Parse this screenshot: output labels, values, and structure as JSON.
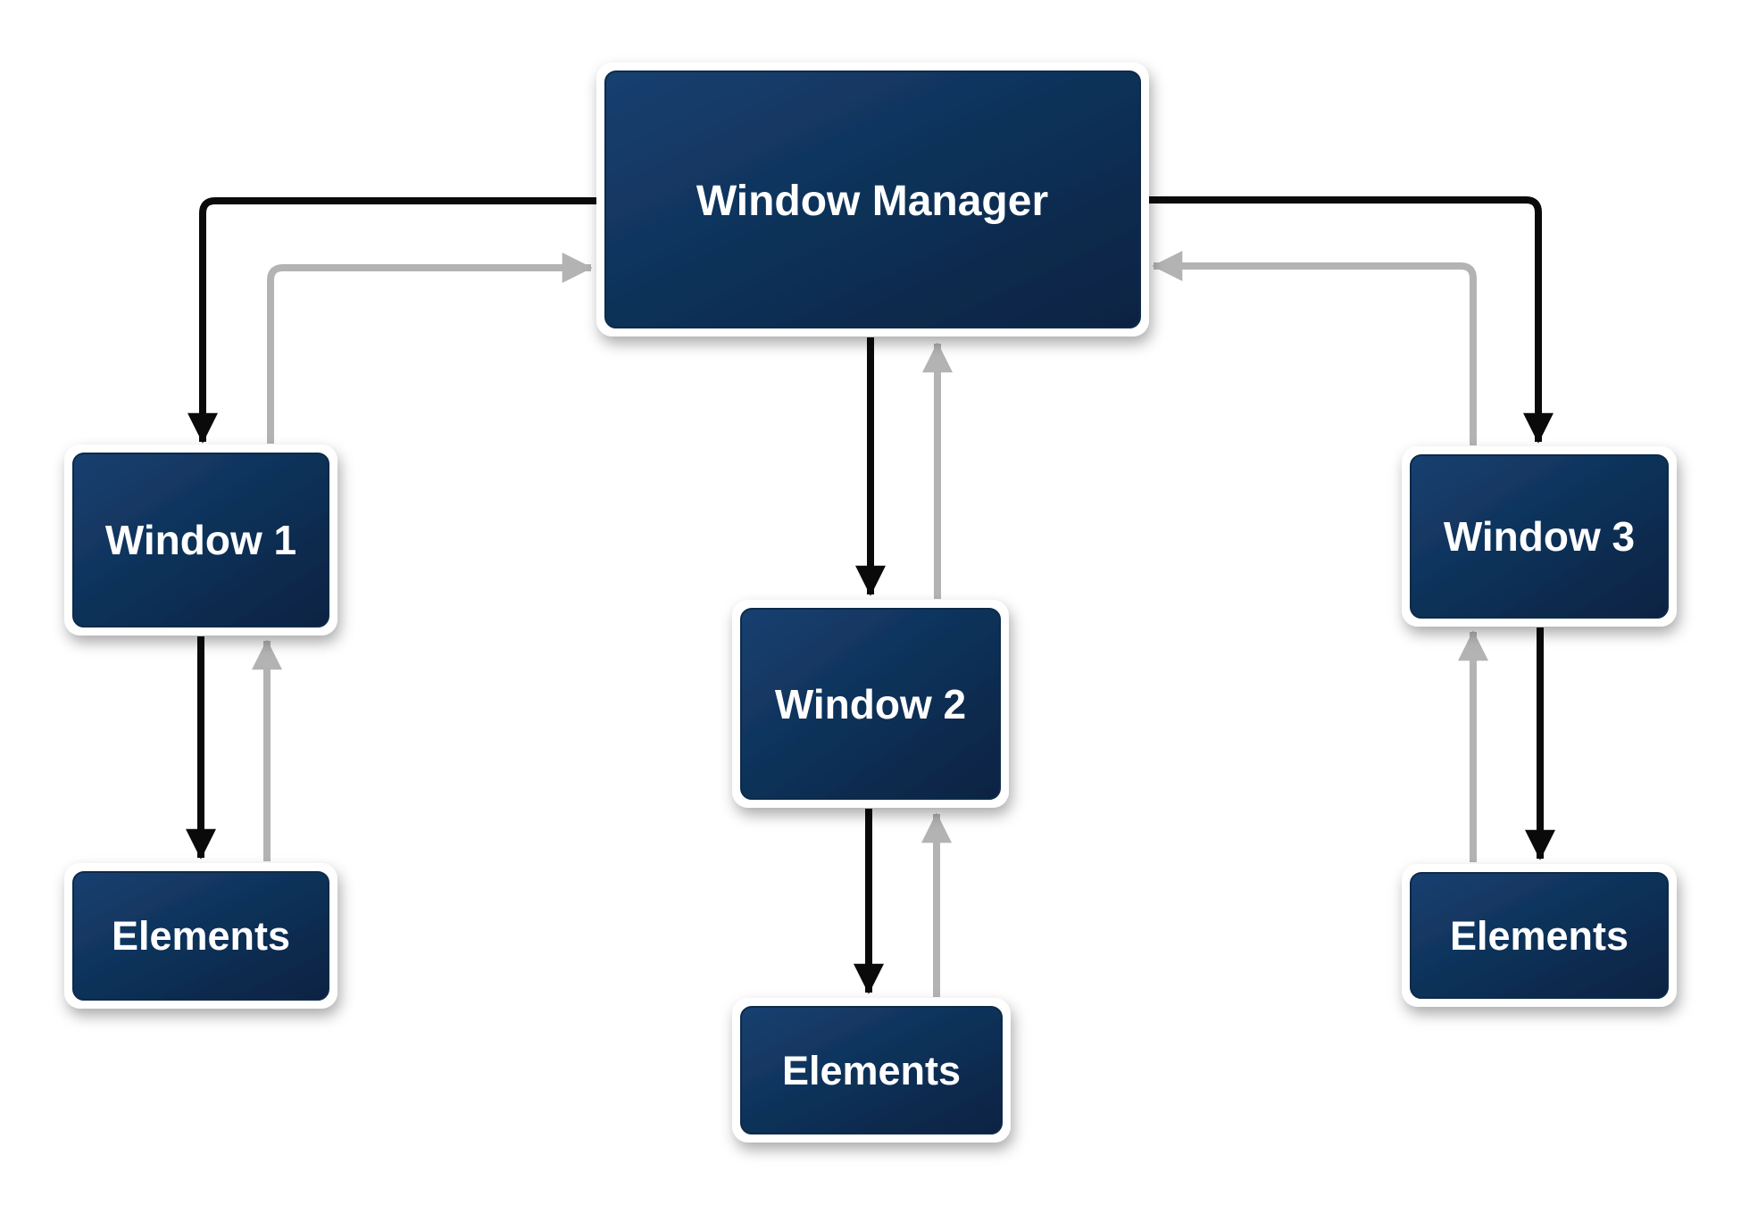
{
  "nodes": {
    "window_manager": {
      "label": "Window Manager"
    },
    "window1": {
      "label": "Window 1"
    },
    "window2": {
      "label": "Window 2"
    },
    "window3": {
      "label": "Window 3"
    },
    "elements1": {
      "label": "Elements"
    },
    "elements2": {
      "label": "Elements"
    },
    "elements3": {
      "label": "Elements"
    }
  },
  "edges": [
    {
      "from": "window_manager",
      "to": "window1",
      "style": "forward-black"
    },
    {
      "from": "window1",
      "to": "window_manager",
      "style": "return-gray"
    },
    {
      "from": "window_manager",
      "to": "window2",
      "style": "forward-black"
    },
    {
      "from": "window2",
      "to": "window_manager",
      "style": "return-gray"
    },
    {
      "from": "window_manager",
      "to": "window3",
      "style": "forward-black"
    },
    {
      "from": "window3",
      "to": "window_manager",
      "style": "return-gray"
    },
    {
      "from": "window1",
      "to": "elements1",
      "style": "forward-black"
    },
    {
      "from": "elements1",
      "to": "window1",
      "style": "return-gray"
    },
    {
      "from": "window2",
      "to": "elements2",
      "style": "forward-black"
    },
    {
      "from": "elements2",
      "to": "window2",
      "style": "return-gray"
    },
    {
      "from": "window3",
      "to": "elements3",
      "style": "forward-black"
    },
    {
      "from": "elements3",
      "to": "window3",
      "style": "return-gray"
    }
  ],
  "colors": {
    "arrow_forward": "#0a0a0a",
    "arrow_return": "#b3b3b3",
    "box_gradient_start": "#164070",
    "box_gradient_mid": "#0f3158",
    "box_gradient_end": "#0a2342",
    "box_border": "#ffffff",
    "box_edge": "#0b2a4a",
    "label_text": "#ffffff",
    "background": "#ffffff"
  }
}
